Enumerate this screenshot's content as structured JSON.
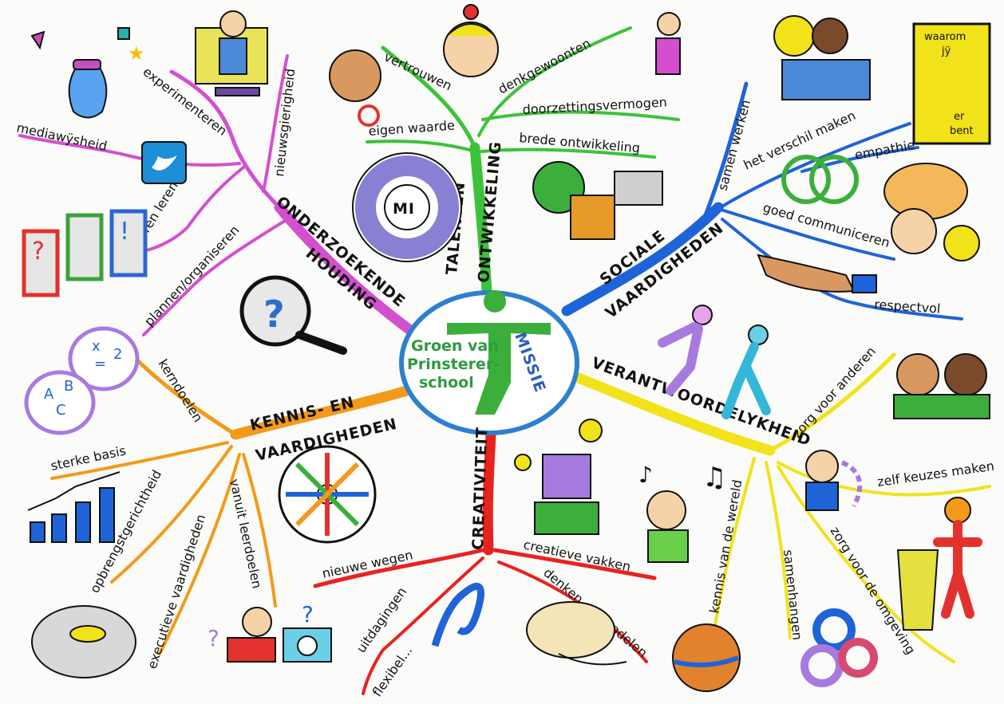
{
  "center": {
    "line1": "Groen van",
    "line2": "Prinsterer-",
    "line3": "school",
    "side": "MISSIE"
  },
  "branches": {
    "onderzoekende": {
      "line1": "ONDERZOEKENDE",
      "line2": "HOUDING",
      "color": "#d44fd0"
    },
    "talenten": {
      "line1": "TALENTEN",
      "line2": "ONTWIKKELING",
      "color": "#3cc23a"
    },
    "sociale": {
      "line1": "SOCIALE",
      "line2": "VAARDIGHEDEN",
      "color": "#1f63d8"
    },
    "verantwoord": {
      "line1": "VERANTWOORDELYKHEID",
      "color": "#f2e21a"
    },
    "creativiteit": {
      "line1": "CREATIVITEIT",
      "color": "#e8231e"
    },
    "kennis": {
      "line1": "KENNIS- EN",
      "line2": "VAARDIGHEDEN",
      "color": "#f39a1a"
    }
  },
  "labels": {
    "experimenteren": "experimenteren",
    "nieuwsgierigheid": "nieuwsgierigheid",
    "mediawysheid": "mediawÿsheid",
    "leren_leren": "leren leren",
    "plannen": "plannen/organiseren",
    "vertrouwen": "vertrouwen",
    "denkgewoonten": "denkgewoonten",
    "doorzettingsvermogen": "doorzettingsvermogen",
    "eigenwaarde": "eigen waarde",
    "brede": "brede ontwikkeling",
    "samen_werken": "samen werken",
    "verschil": "het verschil maken",
    "empathie": "empathie",
    "goed_comm": "goed communiceren",
    "respectvol": "respectvol",
    "zorg_anderen": "zorg voor anderen",
    "zelf_keuzes": "zelf keuzes maken",
    "kennis_wereld": "kennis van de wereld",
    "samenhangen": "samenhangen",
    "zorg_omgeving": "zorg voor de omgeving",
    "nieuwe_wegen": "nieuwe wegen",
    "uitdagingen": "uitdagingen",
    "flexibel": "flexibel...",
    "creatieve_vakken": "creatieve vakken",
    "denken_handelen": "denken en handelen",
    "kerndoelen": "kerndoelen",
    "sterke_basis": "sterke basis",
    "opbrengst": "opbrengstgerichtheid",
    "executieve": "executieve vaardigheden",
    "leerdoelen": "vanuit leerdoelen"
  },
  "signs": {
    "waarom1": "waarom",
    "waarom2": "jÿ",
    "waarom3": "er",
    "waarom4": "bent",
    "mi": "MI",
    "math1": "x",
    "math2": "=",
    "math3": "2",
    "abc1": "A",
    "abc2": "B",
    "abc3": "C"
  }
}
